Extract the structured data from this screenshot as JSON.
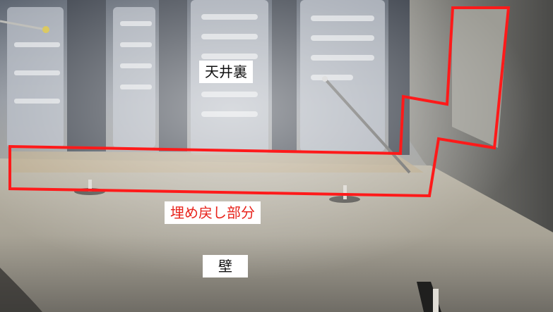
{
  "labels": {
    "ceiling_space": "天井裏",
    "backfill_area": "埋め戻し部分",
    "wall": "壁"
  },
  "colors": {
    "highlight_outline": "#ff1a1a",
    "backfill_label_text": "#e8241c",
    "label_background": "#ffffff"
  }
}
